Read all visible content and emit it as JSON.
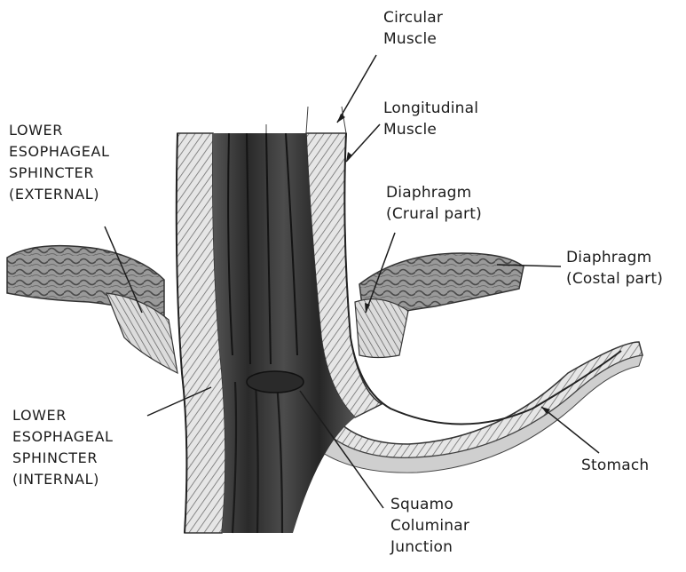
{
  "labels": {
    "circular_muscle": [
      "Circular",
      "Muscle"
    ],
    "longitudinal_muscle": [
      "Longitudinal",
      "Muscle"
    ],
    "diaphragm_crural": [
      "Diaphragm",
      "(Crural part)"
    ],
    "diaphragm_costal": [
      "Diaphragm",
      "(Costal part)"
    ],
    "les_external": [
      "LOWER",
      "ESOPHAGEAL",
      "SPHINCTER",
      "(EXTERNAL)"
    ],
    "les_internal": [
      "LOWER",
      "ESOPHAGEAL",
      "SPHINCTER",
      "(INTERNAL)"
    ],
    "stomach": [
      "Stomach"
    ],
    "squamo_columnar": [
      "Squamo",
      "Columinar",
      "Junction"
    ]
  },
  "colors": {
    "ink": "#1c1c1c",
    "lumen": "#3a3a3a",
    "wall": "#d9d9d9",
    "muscle": "#8a8a8a",
    "background": "#ffffff"
  }
}
